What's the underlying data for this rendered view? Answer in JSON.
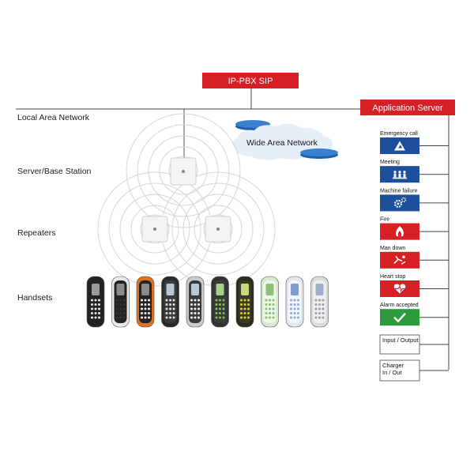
{
  "pbx": {
    "label": "IP-PBX SIP",
    "color": "#d71f26"
  },
  "app_server": {
    "label": "Application Server",
    "color": "#d71f26"
  },
  "wan": {
    "label": "Wide Area Network",
    "accent": "#1f5fa8"
  },
  "rows": {
    "lan": "Local Area Network",
    "base": "Server/Base Station",
    "repeaters": "Repeaters",
    "handsets": "Handsets"
  },
  "apps": [
    {
      "label": "Emergency call",
      "icon": "warning-triangle-icon",
      "color": "#1d4f9c"
    },
    {
      "label": "Meeting",
      "icon": "meeting-people-icon",
      "color": "#1d4f9c"
    },
    {
      "label": "Machine failure",
      "icon": "gears-icon",
      "color": "#1d4f9c"
    },
    {
      "label": "Fire",
      "icon": "fire-icon",
      "color": "#d71f26"
    },
    {
      "label": "Man down",
      "icon": "man-down-icon",
      "color": "#d71f26"
    },
    {
      "label": "Heart stop",
      "icon": "heart-icon",
      "color": "#d71f26"
    },
    {
      "label": "Alarm accepted",
      "icon": "checkmark-icon",
      "color": "#2d9b3b"
    }
  ],
  "io": [
    {
      "lines": [
        "Input / Output"
      ]
    },
    {
      "lines": [
        "Charger",
        "In / Out"
      ]
    }
  ],
  "handsets": [
    {
      "body": "#222222",
      "face": "#222222",
      "screen": "#9a9a9a",
      "keys": "#e8e8e8"
    },
    {
      "body": "#e8e8e8",
      "face": "#222222",
      "screen": "#8a8a8a",
      "keys": "#333333"
    },
    {
      "body": "#e07020",
      "face": "#222222",
      "screen": "#8a8a8a",
      "keys": "#eeeeee"
    },
    {
      "body": "#2a2a2a",
      "face": "#3a3a3a",
      "screen": "#b5c8d8",
      "keys": "#dddddd"
    },
    {
      "body": "#cccccc",
      "face": "#3a3a3a",
      "screen": "#b5c8d8",
      "keys": "#eeeeee"
    },
    {
      "body": "#333333",
      "face": "#3a3a3a",
      "screen": "#a8d08a",
      "keys": "#7fc24a"
    },
    {
      "body": "#2b2b1f",
      "face": "#3a3a2a",
      "screen": "#c8d87a",
      "keys": "#d8d02a"
    },
    {
      "body": "#d8e8d0",
      "face": "#eef6ea",
      "screen": "#8fc07a",
      "keys": "#7fbf6a"
    },
    {
      "body": "#e4e8f0",
      "face": "#f3f5fa",
      "screen": "#7f9fc8",
      "keys": "#8aa8d8"
    },
    {
      "body": "#dcdcdc",
      "face": "#efefef",
      "screen": "#9fb0c8",
      "keys": "#9a9aa8"
    }
  ]
}
